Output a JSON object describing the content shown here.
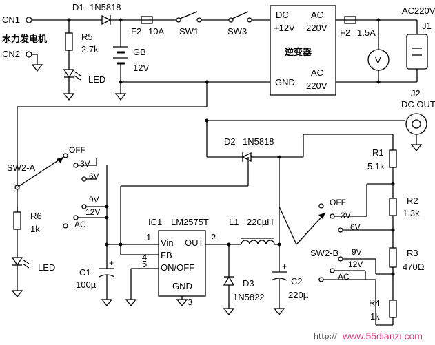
{
  "terminals": {
    "cn1": "CN1",
    "cn2": "CN2",
    "generator": "水力发电机",
    "j1": "J1",
    "j1_supply": "AC220V",
    "j2": "J2",
    "j2_label": "DC OUT"
  },
  "components": {
    "d1": {
      "ref": "D1",
      "part": "1N5818"
    },
    "d2": {
      "ref": "D2",
      "part": "1N5818"
    },
    "d3": {
      "ref": "D3",
      "part": "1N5822"
    },
    "f2a": {
      "ref": "F2",
      "value": "10A"
    },
    "f2b": {
      "ref": "F2",
      "value": "1.5A"
    },
    "r5": {
      "ref": "R5",
      "value": "2.7k"
    },
    "r6": {
      "ref": "R6",
      "value": "1k"
    },
    "r1": {
      "ref": "R1",
      "value": "5.1k"
    },
    "r2": {
      "ref": "R2",
      "value": "1.3k"
    },
    "r3": {
      "ref": "R3",
      "value": "470Ω"
    },
    "r4": {
      "ref": "R4",
      "value": "1k"
    },
    "gb": {
      "ref": "GB",
      "value": "12V"
    },
    "sw1": "SW1",
    "sw3": "SW3",
    "c1": {
      "ref": "C1",
      "value": "100µ"
    },
    "c2": {
      "ref": "C2",
      "value": "220µ"
    },
    "l1": {
      "ref": "L1",
      "value": "220µH"
    },
    "ic1": {
      "ref": "IC1",
      "part": "LM2575T"
    },
    "led1": "LED",
    "led2": "LED",
    "voltmeter": "V"
  },
  "inverter": {
    "title": "逆变器",
    "dc": "DC",
    "dc_v": "+12V",
    "ac": "AC",
    "ac_v": "220V",
    "gnd": "GND",
    "ac2": "AC",
    "ac2_v": "220V"
  },
  "ic_pins": {
    "vin": "Vin",
    "fb": "FB",
    "onoff": "ON/OFF",
    "gnd": "GND",
    "out": "OUT",
    "p1": "1",
    "p2": "2",
    "p3": "3",
    "p4": "4",
    "p5": "5"
  },
  "switch_a": {
    "name": "SW2-A",
    "positions": [
      "OFF",
      "3V",
      "6V",
      "9V",
      "12V",
      "AC"
    ]
  },
  "switch_b": {
    "name": "SW2-B",
    "positions": [
      "OFF",
      "3V",
      "6V",
      "9V",
      "12V",
      "AC"
    ]
  },
  "watermark": {
    "prefix": "http://",
    "site": "www.55dianzi.com"
  }
}
